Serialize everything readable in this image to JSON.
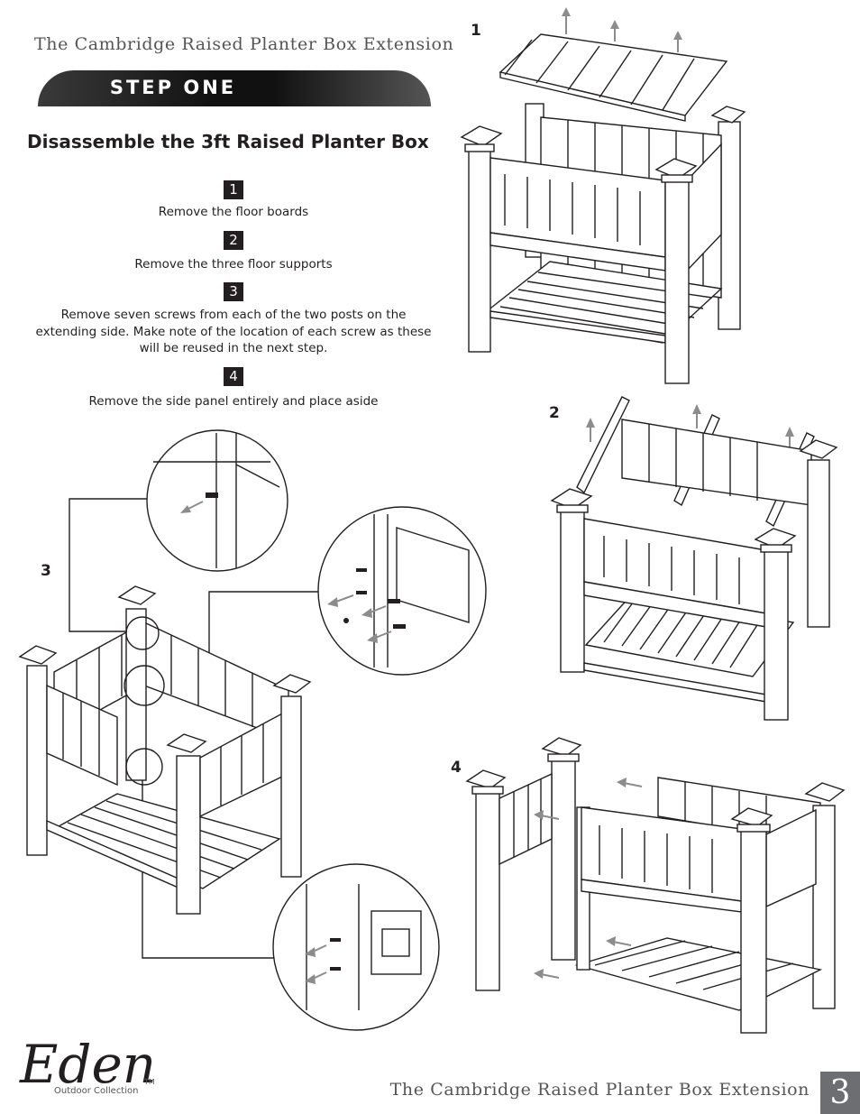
{
  "header": {
    "title": "The Cambridge Raised Planter Box Extension"
  },
  "banner": {
    "label": "STEP ONE"
  },
  "main": {
    "heading": "Disassemble the 3ft Raised Planter Box",
    "steps": [
      {
        "number": "1",
        "text": "Remove the floor boards"
      },
      {
        "number": "2",
        "text": "Remove the three floor supports"
      },
      {
        "number": "3",
        "text": "Remove seven screws from each of the two posts on the extending side. Make note of the location of each screw as these will be reused in the next step."
      },
      {
        "number": "4",
        "text": "Remove the side panel entirely and place aside"
      }
    ]
  },
  "figures": {
    "fig1_label": "1",
    "fig2_label": "2",
    "fig3_label": "3",
    "fig4_label": "4"
  },
  "logo": {
    "name": "Eden",
    "tagline": "Outdoor Collection",
    "tm": "TM"
  },
  "footer": {
    "title": "The Cambridge Raised Planter Box Extension",
    "page_number": "3"
  },
  "colors": {
    "ink": "#231f20",
    "arrow": "#8a8c8e",
    "page_tab": "#6d6e71"
  }
}
